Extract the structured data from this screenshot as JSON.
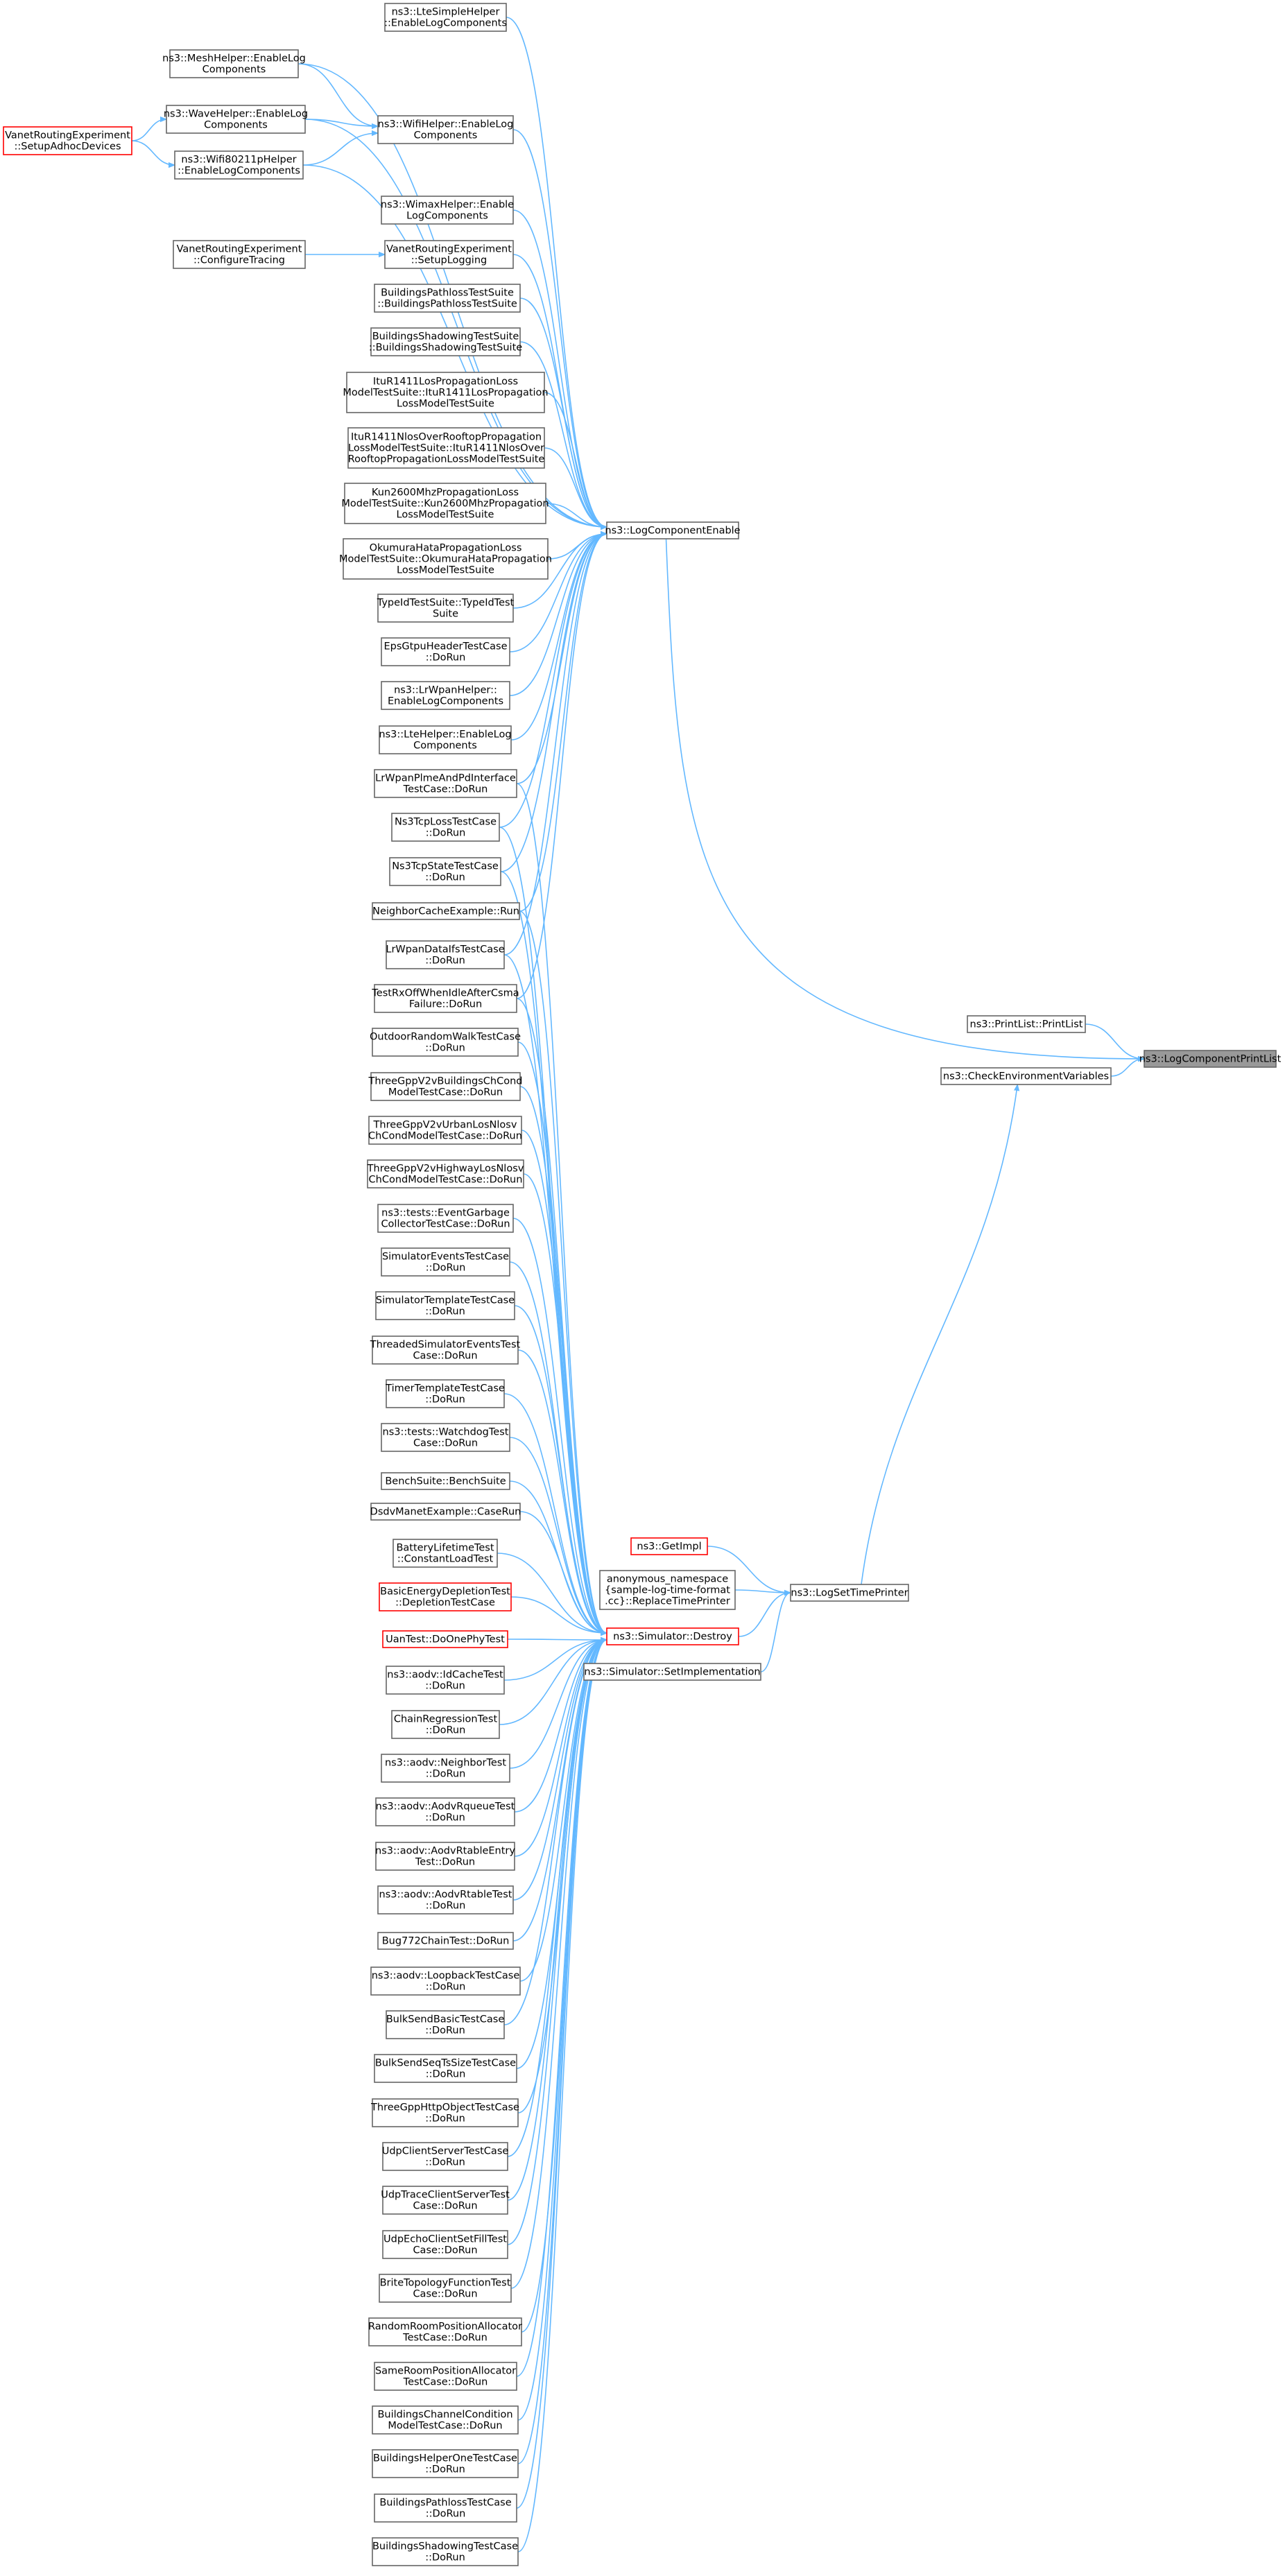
{
  "graph": {
    "nodes": [
      {
        "id": "root",
        "lines": [
          "ns3::LogComponentPrintList"
        ],
        "style": "root"
      },
      {
        "id": "printlist",
        "lines": [
          "ns3::PrintList::PrintList"
        ]
      },
      {
        "id": "checkenv",
        "lines": [
          "ns3::CheckEnvironmentVariables"
        ]
      },
      {
        "id": "logenable",
        "lines": [
          "ns3::LogComponentEnable"
        ]
      },
      {
        "id": "logsettime",
        "lines": [
          "ns3::LogSetTimePrinter"
        ]
      },
      {
        "id": "getimpl",
        "lines": [
          "ns3::GetImpl"
        ],
        "style": "red"
      },
      {
        "id": "anon",
        "lines": [
          "anonymous_namespace",
          "{sample-log-time-format",
          ".cc}::ReplaceTimePrinter"
        ]
      },
      {
        "id": "destroy",
        "lines": [
          "ns3::Simulator::Destroy"
        ],
        "style": "red"
      },
      {
        "id": "setimpl",
        "lines": [
          "ns3::Simulator::SetImplementation"
        ]
      },
      {
        "id": "ltesimple",
        "lines": [
          "ns3::LteSimpleHelper",
          "::EnableLogComponents"
        ]
      },
      {
        "id": "mesh",
        "lines": [
          "ns3::MeshHelper::EnableLog",
          "Components"
        ]
      },
      {
        "id": "wave",
        "lines": [
          "ns3::WaveHelper::EnableLog",
          "Components"
        ]
      },
      {
        "id": "wifi",
        "lines": [
          "ns3::WifiHelper::EnableLog",
          "Components"
        ]
      },
      {
        "id": "wifi80211p",
        "lines": [
          "ns3::Wifi80211pHelper",
          "::EnableLogComponents"
        ]
      },
      {
        "id": "vanetsetup",
        "lines": [
          "VanetRoutingExperiment",
          "::SetupAdhocDevices"
        ],
        "style": "red"
      },
      {
        "id": "wimax",
        "lines": [
          "ns3::WimaxHelper::Enable",
          "LogComponents"
        ]
      },
      {
        "id": "vanetlog",
        "lines": [
          "VanetRoutingExperiment",
          "::SetupLogging"
        ]
      },
      {
        "id": "vanetcfg",
        "lines": [
          "VanetRoutingExperiment",
          "::ConfigureTracing"
        ]
      },
      {
        "id": "bpathsuite",
        "lines": [
          "BuildingsPathlossTestSuite",
          "::BuildingsPathlossTestSuite"
        ]
      },
      {
        "id": "bshadsuite",
        "lines": [
          "BuildingsShadowingTestSuite",
          "::BuildingsShadowingTestSuite"
        ]
      },
      {
        "id": "itulos",
        "lines": [
          "ItuR1411LosPropagationLoss",
          "ModelTestSuite::ItuR1411LosPropagation",
          "LossModelTestSuite"
        ]
      },
      {
        "id": "itunlos",
        "lines": [
          "ItuR1411NlosOverRooftopPropagation",
          "LossModelTestSuite::ItuR1411NlosOver",
          "RooftopPropagationLossModelTestSuite"
        ]
      },
      {
        "id": "kun",
        "lines": [
          "Kun2600MhzPropagationLoss",
          "ModelTestSuite::Kun2600MhzPropagation",
          "LossModelTestSuite"
        ]
      },
      {
        "id": "okumura",
        "lines": [
          "OkumuraHataPropagationLoss",
          "ModelTestSuite::OkumuraHataPropagation",
          "LossModelTestSuite"
        ]
      },
      {
        "id": "typeid",
        "lines": [
          "TypeIdTestSuite::TypeIdTest",
          "Suite"
        ]
      },
      {
        "id": "epsgtpu",
        "lines": [
          "EpsGtpuHeaderTestCase",
          "::DoRun"
        ]
      },
      {
        "id": "lrwpanhelper",
        "lines": [
          "ns3::LrWpanHelper::",
          "EnableLogComponents"
        ]
      },
      {
        "id": "ltehelper",
        "lines": [
          "ns3::LteHelper::EnableLog",
          "Components"
        ]
      },
      {
        "id": "lrwpanplme",
        "lines": [
          "LrWpanPlmeAndPdInterface",
          "TestCase::DoRun"
        ]
      },
      {
        "id": "ns3tcploss",
        "lines": [
          "Ns3TcpLossTestCase",
          "::DoRun"
        ]
      },
      {
        "id": "ns3tcpstate",
        "lines": [
          "Ns3TcpStateTestCase",
          "::DoRun"
        ]
      },
      {
        "id": "neighbor",
        "lines": [
          "NeighborCacheExample::Run"
        ]
      },
      {
        "id": "lrwpandata",
        "lines": [
          "LrWpanDataIfsTestCase",
          "::DoRun"
        ]
      },
      {
        "id": "testrxoff",
        "lines": [
          "TestRxOffWhenIdleAfterCsma",
          "Failure::DoRun"
        ]
      },
      {
        "id": "outdoor",
        "lines": [
          "OutdoorRandomWalkTestCase",
          "::DoRun"
        ]
      },
      {
        "id": "threegppbuild",
        "lines": [
          "ThreeGppV2vBuildingsChCond",
          "ModelTestCase::DoRun"
        ]
      },
      {
        "id": "threegppurban",
        "lines": [
          "ThreeGppV2vUrbanLosNlosv",
          "ChCondModelTestCase::DoRun"
        ]
      },
      {
        "id": "threegpphwy",
        "lines": [
          "ThreeGppV2vHighwayLosNlosv",
          "ChCondModelTestCase::DoRun"
        ]
      },
      {
        "id": "eventgarbage",
        "lines": [
          "ns3::tests::EventGarbage",
          "CollectorTestCase::DoRun"
        ]
      },
      {
        "id": "simevents",
        "lines": [
          "SimulatorEventsTestCase",
          "::DoRun"
        ]
      },
      {
        "id": "simtemplate",
        "lines": [
          "SimulatorTemplateTestCase",
          "::DoRun"
        ]
      },
      {
        "id": "threadedsim",
        "lines": [
          "ThreadedSimulatorEventsTest",
          "Case::DoRun"
        ]
      },
      {
        "id": "timertemplate",
        "lines": [
          "TimerTemplateTestCase",
          "::DoRun"
        ]
      },
      {
        "id": "watchdog",
        "lines": [
          "ns3::tests::WatchdogTest",
          "Case::DoRun"
        ]
      },
      {
        "id": "benchsuite",
        "lines": [
          "BenchSuite::BenchSuite"
        ]
      },
      {
        "id": "dsdvmanet",
        "lines": [
          "DsdvManetExample::CaseRun"
        ]
      },
      {
        "id": "battery",
        "lines": [
          "BatteryLifetimeTest",
          "::ConstantLoadTest"
        ]
      },
      {
        "id": "basicenergy",
        "lines": [
          "BasicEnergyDepletionTest",
          "::DepletionTestCase"
        ],
        "style": "red"
      },
      {
        "id": "uantest",
        "lines": [
          "UanTest::DoOnePhyTest"
        ],
        "style": "red"
      },
      {
        "id": "aodvidcache",
        "lines": [
          "ns3::aodv::IdCacheTest",
          "::DoRun"
        ]
      },
      {
        "id": "chainreg",
        "lines": [
          "ChainRegressionTest",
          "::DoRun"
        ]
      },
      {
        "id": "aodvneighbor",
        "lines": [
          "ns3::aodv::NeighborTest",
          "::DoRun"
        ]
      },
      {
        "id": "aodvrqueue",
        "lines": [
          "ns3::aodv::AodvRqueueTest",
          "::DoRun"
        ]
      },
      {
        "id": "aodvrtentry",
        "lines": [
          "ns3::aodv::AodvRtableEntry",
          "Test::DoRun"
        ]
      },
      {
        "id": "aodvrtable",
        "lines": [
          "ns3::aodv::AodvRtableTest",
          "::DoRun"
        ]
      },
      {
        "id": "bug772",
        "lines": [
          "Bug772ChainTest::DoRun"
        ]
      },
      {
        "id": "aodvloopback",
        "lines": [
          "ns3::aodv::LoopbackTestCase",
          "::DoRun"
        ]
      },
      {
        "id": "bulksendbasic",
        "lines": [
          "BulkSendBasicTestCase",
          "::DoRun"
        ]
      },
      {
        "id": "bulksendseq",
        "lines": [
          "BulkSendSeqTsSizeTestCase",
          "::DoRun"
        ]
      },
      {
        "id": "threegpphttp",
        "lines": [
          "ThreeGppHttpObjectTestCase",
          "::DoRun"
        ]
      },
      {
        "id": "udpclientserver",
        "lines": [
          "UdpClientServerTestCase",
          "::DoRun"
        ]
      },
      {
        "id": "udptrace",
        "lines": [
          "UdpTraceClientServerTest",
          "Case::DoRun"
        ]
      },
      {
        "id": "udpecho",
        "lines": [
          "UdpEchoClientSetFillTest",
          "Case::DoRun"
        ]
      },
      {
        "id": "brite",
        "lines": [
          "BriteTopologyFunctionTest",
          "Case::DoRun"
        ]
      },
      {
        "id": "randomroom",
        "lines": [
          "RandomRoomPositionAllocator",
          "TestCase::DoRun"
        ]
      },
      {
        "id": "sameroom",
        "lines": [
          "SameRoomPositionAllocator",
          "TestCase::DoRun"
        ]
      },
      {
        "id": "bchannel",
        "lines": [
          "BuildingsChannelCondition",
          "ModelTestCase::DoRun"
        ]
      },
      {
        "id": "bhelperone",
        "lines": [
          "BuildingsHelperOneTestCase",
          "::DoRun"
        ]
      },
      {
        "id": "bpathcase",
        "lines": [
          "BuildingsPathlossTestCase",
          "::DoRun"
        ]
      },
      {
        "id": "bshadcase",
        "lines": [
          "BuildingsShadowingTestCase",
          "::DoRun"
        ]
      }
    ],
    "edges": [
      [
        "printlist",
        "root"
      ],
      [
        "checkenv",
        "root"
      ],
      [
        "logenable",
        "root"
      ],
      [
        "logsettime",
        "checkenv"
      ],
      [
        "getimpl",
        "logsettime"
      ],
      [
        "anon",
        "logsettime"
      ],
      [
        "destroy",
        "logsettime"
      ],
      [
        "setimpl",
        "logsettime"
      ],
      [
        "ltesimple",
        "logenable"
      ],
      [
        "mesh",
        "logenable"
      ],
      [
        "mesh",
        "wifi"
      ],
      [
        "wave",
        "logenable"
      ],
      [
        "wave",
        "wifi"
      ],
      [
        "wifi",
        "logenable"
      ],
      [
        "wifi80211p",
        "logenable"
      ],
      [
        "wifi80211p",
        "wifi"
      ],
      [
        "vanetsetup",
        "wave"
      ],
      [
        "vanetsetup",
        "wifi80211p"
      ],
      [
        "wimax",
        "logenable"
      ],
      [
        "vanetlog",
        "logenable"
      ],
      [
        "vanetcfg",
        "vanetlog"
      ],
      [
        "bpathsuite",
        "logenable"
      ],
      [
        "bshadsuite",
        "logenable"
      ],
      [
        "itulos",
        "logenable"
      ],
      [
        "itunlos",
        "logenable"
      ],
      [
        "kun",
        "logenable"
      ],
      [
        "okumura",
        "logenable"
      ],
      [
        "typeid",
        "logenable"
      ],
      [
        "epsgtpu",
        "logenable"
      ],
      [
        "lrwpanhelper",
        "logenable"
      ],
      [
        "ltehelper",
        "logenable"
      ],
      [
        "lrwpanplme",
        "logenable"
      ],
      [
        "ns3tcploss",
        "logenable"
      ],
      [
        "ns3tcpstate",
        "logenable"
      ],
      [
        "neighbor",
        "logenable"
      ],
      [
        "lrwpandata",
        "logenable"
      ],
      [
        "testrxoff",
        "logenable"
      ],
      [
        "lrwpanplme",
        "destroy"
      ],
      [
        "ns3tcploss",
        "destroy"
      ],
      [
        "ns3tcpstate",
        "destroy"
      ],
      [
        "neighbor",
        "destroy"
      ],
      [
        "lrwpandata",
        "destroy"
      ],
      [
        "testrxoff",
        "destroy"
      ],
      [
        "outdoor",
        "destroy"
      ],
      [
        "threegppbuild",
        "destroy"
      ],
      [
        "threegppurban",
        "destroy"
      ],
      [
        "threegpphwy",
        "destroy"
      ],
      [
        "eventgarbage",
        "destroy"
      ],
      [
        "simevents",
        "destroy"
      ],
      [
        "simtemplate",
        "destroy"
      ],
      [
        "threadedsim",
        "destroy"
      ],
      [
        "timertemplate",
        "destroy"
      ],
      [
        "watchdog",
        "destroy"
      ],
      [
        "benchsuite",
        "destroy"
      ],
      [
        "dsdvmanet",
        "destroy"
      ],
      [
        "battery",
        "destroy"
      ],
      [
        "basicenergy",
        "destroy"
      ],
      [
        "uantest",
        "destroy"
      ],
      [
        "aodvidcache",
        "destroy"
      ],
      [
        "chainreg",
        "destroy"
      ],
      [
        "aodvneighbor",
        "destroy"
      ],
      [
        "aodvrqueue",
        "destroy"
      ],
      [
        "aodvrtentry",
        "destroy"
      ],
      [
        "aodvrtable",
        "destroy"
      ],
      [
        "bug772",
        "destroy"
      ],
      [
        "aodvloopback",
        "destroy"
      ],
      [
        "bulksendbasic",
        "destroy"
      ],
      [
        "bulksendseq",
        "destroy"
      ],
      [
        "threegpphttp",
        "destroy"
      ],
      [
        "udpclientserver",
        "destroy"
      ],
      [
        "udptrace",
        "destroy"
      ],
      [
        "udpecho",
        "destroy"
      ],
      [
        "brite",
        "destroy"
      ],
      [
        "randomroom",
        "destroy"
      ],
      [
        "sameroom",
        "destroy"
      ],
      [
        "bchannel",
        "destroy"
      ],
      [
        "bhelperone",
        "destroy"
      ],
      [
        "bpathcase",
        "destroy"
      ],
      [
        "bshadcase",
        "destroy"
      ]
    ]
  },
  "colors": {
    "edge": "#63b8ff",
    "node_border": "#666666",
    "node_border_red": "#ff0000",
    "root_fill": "#999999"
  }
}
